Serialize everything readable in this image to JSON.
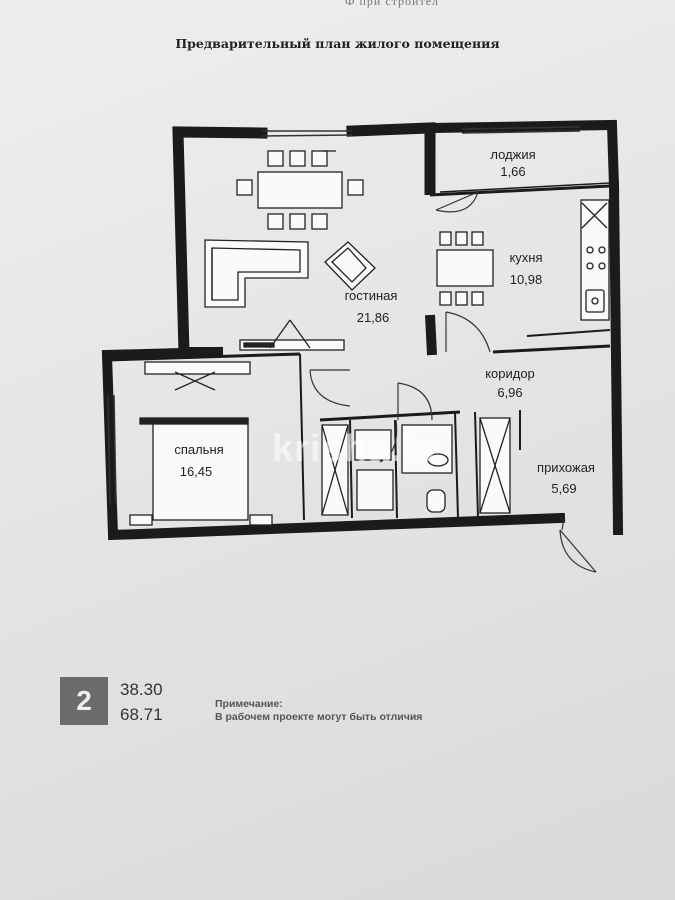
{
  "header_fragment": "Ф при строител",
  "title": "Предварительный план жилого помещения",
  "rooms": [
    {
      "id": "living",
      "label": "гостиная",
      "area": "21,86"
    },
    {
      "id": "loggia",
      "label": "лоджия",
      "area": "1,66"
    },
    {
      "id": "kitchen",
      "label": "кухня",
      "area": "10,98"
    },
    {
      "id": "corridor",
      "label": "коридор",
      "area": "6,96"
    },
    {
      "id": "bedroom",
      "label": "спальня",
      "area": "16,45"
    },
    {
      "id": "hallway",
      "label": "прихожая",
      "area": "5,69"
    }
  ],
  "watermark": "krisha.kz",
  "summary": {
    "rooms_count": "2",
    "living_area": "38.30",
    "total_area": "68.71"
  },
  "note": {
    "title": "Примечание:",
    "text": "В рабочем проекте могут быть отличия"
  },
  "footer_faint": "· · ·  ·  · ·"
}
